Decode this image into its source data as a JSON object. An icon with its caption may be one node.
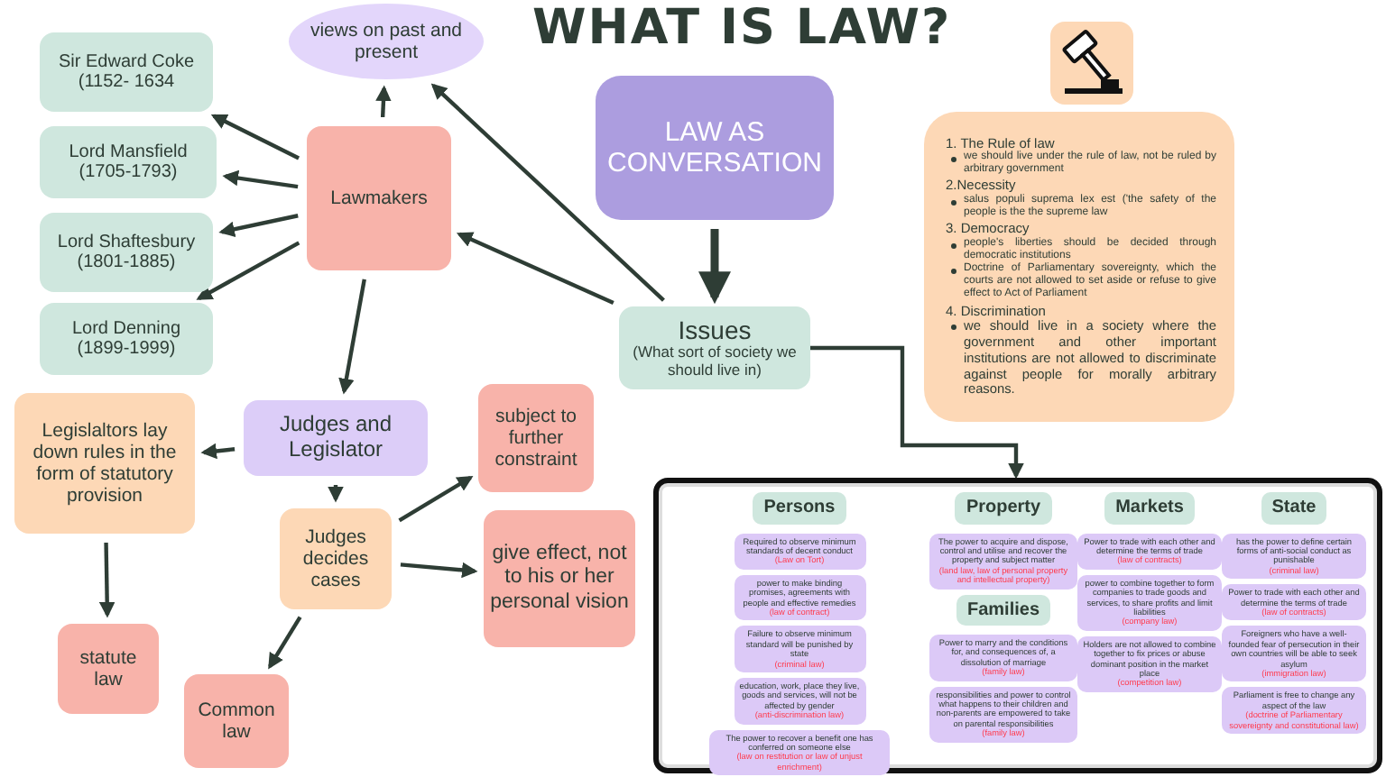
{
  "diagram": {
    "title": "WHAT IS LAW?",
    "nodes": [
      {
        "text": [
          "views on past and present"
        ]
      },
      {
        "text": [
          "Sir Edward Coke (1152- 1634"
        ]
      },
      {
        "text": [
          "Lord Mansfield (1705-1793)"
        ]
      },
      {
        "text": [
          "Lord Shaftesbury (1801-1885)"
        ]
      },
      {
        "text": [
          "Lord Denning (1899-1999)"
        ]
      },
      {
        "text": [
          "Lawmakers"
        ]
      },
      {
        "text": [
          "LAW AS CONVERSATION"
        ]
      },
      {
        "text": [
          "Issues",
          "(What sort of society we should live in)"
        ]
      },
      {
        "text": [
          "1. The Rule of law",
          "we should live under the rule of law, not be ruled by arbitrary government",
          "2.Necessity",
          "salus populi suprema lex est ('the safety of the people is the the supreme law",
          "3. Democracy",
          "people's liberties should be decided through democratic institutions",
          "Doctrine of Parliamentary sovereignty, which the courts are not allowed to set aside or refuse to give effect to Act of Parliament",
          "4. Discrimination",
          "we should live in a society where the government and other important institutions are not allowed to discriminate against people for morally arbitrary reasons."
        ]
      },
      {
        "text": [
          "Legislaltors lay down rules in the form of statutory provision"
        ]
      },
      {
        "text": [
          "Judges and Legislator"
        ]
      },
      {
        "text": [
          "subject to further constraint"
        ]
      },
      {
        "text": [
          "Judges decides cases"
        ]
      },
      {
        "text": [
          "give effect, not to his or her personal vision"
        ]
      },
      {
        "text": [
          "statute law"
        ]
      },
      {
        "text": [
          "Common law"
        ]
      },
      {
        "text": [],
        "shape": "box"
      },
      {
        "text": [
          "Persons"
        ],
        "in": 16
      },
      {
        "text": [
          "Required to observe minimum standards of decent conduct",
          "(Law on Tort)"
        ],
        "in": 16
      },
      {
        "text": [
          "power to make binding promises, agreements with people and effective remedies",
          "(law of contract)"
        ],
        "in": 16
      },
      {
        "text": [
          "Failure to observe minimum standard will be punished by state",
          "(criminal law)"
        ],
        "in": 16
      },
      {
        "text": [
          "education, work, place they live, goods and services, will not be affected by gender",
          "(anti-discrimination law)"
        ],
        "in": 16
      },
      {
        "text": [
          "The power to recover a benefit one has conferred on someone else",
          "(law on restitution or law of unjust enrichment)"
        ],
        "in": 16
      },
      {
        "text": [
          "Property"
        ],
        "in": 16
      },
      {
        "text": [
          "The power to acquire and dispose, control and utilise and recover the property and subject matter",
          "(land law, law of personal property and intellectual property)"
        ],
        "in": 16
      },
      {
        "text": [
          "Families"
        ],
        "in": 16
      },
      {
        "text": [
          "Power to marry and the conditions for, and consequences of, a dissolution of marriage",
          "(family law)"
        ],
        "in": 16
      },
      {
        "text": [
          "responsibilities and power to control what happens to their children and non-parents are empowered to take on parental responsibilities",
          "(family law)"
        ],
        "in": 16
      },
      {
        "text": [
          "Markets"
        ],
        "in": 16
      },
      {
        "text": [
          "Power to trade with each other and determine the terms of trade",
          "(law of contracts)"
        ],
        "in": 16
      },
      {
        "text": [
          "power to combine together to form companies to trade goods and services, to share profits and limit liabilities",
          "(company law)"
        ],
        "in": 16
      },
      {
        "text": [
          "Holders are not allowed to combine together to fix prices or abuse dominant position in the market place",
          "(competition law)"
        ],
        "in": 16
      },
      {
        "text": [
          "State"
        ],
        "in": 16
      },
      {
        "text": [
          "has the power to define certain forms of anti-social conduct as punishable",
          "(criminal law)"
        ],
        "in": 16
      },
      {
        "text": [
          "Power to trade with each other and determine the terms of trade",
          "(law of contracts)"
        ],
        "in": 16
      },
      {
        "text": [
          "Foreigners who have a well-founded fear of persecution in their own countries will be able to seek asylum",
          "(immigration law)"
        ],
        "in": 16
      },
      {
        "text": [
          "Parliament is free to change any aspect of the law",
          "(doctrine of Parliamentary sovereignty and constitutional law)"
        ],
        "in": 16
      }
    ],
    "edges": [
      {
        "from": 5,
        "to": 0,
        "arrow": "to"
      },
      {
        "from": 5,
        "to": 1,
        "arrow": "to"
      },
      {
        "from": 5,
        "to": 2,
        "arrow": "to"
      },
      {
        "from": 5,
        "to": 3,
        "arrow": "to"
      },
      {
        "from": 5,
        "to": 4,
        "arrow": "to"
      },
      {
        "from": 5,
        "to": 10,
        "arrow": "to"
      },
      {
        "from": 7,
        "to": 0,
        "arrow": "to"
      },
      {
        "from": 7,
        "to": 5,
        "arrow": "to"
      },
      {
        "from": 6,
        "to": 7,
        "arrow": "to",
        "style": "thick"
      },
      {
        "from": 7,
        "to": 16,
        "arrow": "to"
      },
      {
        "from": 10,
        "to": 9,
        "arrow": "to"
      },
      {
        "from": 10,
        "to": 12,
        "arrow": "to"
      },
      {
        "from": 9,
        "to": 14,
        "arrow": "to"
      },
      {
        "from": 12,
        "to": 15,
        "arrow": "to"
      },
      {
        "from": 12,
        "to": 11,
        "arrow": "to"
      },
      {
        "from": 12,
        "to": 13,
        "arrow": "to"
      }
    ]
  }
}
